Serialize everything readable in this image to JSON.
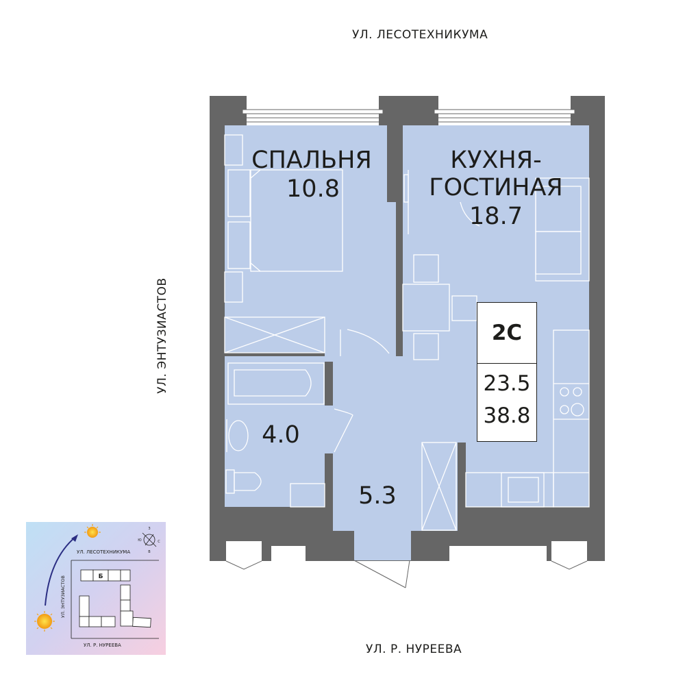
{
  "streets": {
    "top": "УЛ. ЛЕСОТЕХНИКУМА",
    "left": "УЛ. ЭНТУЗИАСТОВ",
    "bottom": "УЛ. Р. НУРЕЕВА"
  },
  "rooms": {
    "bedroom": {
      "name": "СПАЛЬНЯ",
      "area": "10.8"
    },
    "kitchen": {
      "name_line1": "КУХНЯ-",
      "name_line2": "ГОСТИНАЯ",
      "area": "18.7"
    },
    "bathroom": {
      "area": "4.0"
    },
    "hall": {
      "area": "5.3"
    }
  },
  "apartment": {
    "code": "2С",
    "living_area": "23.5",
    "total_area": "38.8"
  },
  "mini_map": {
    "street_top": "УЛ. ЛЕСОТЕХНИКУМА",
    "street_left": "УЛ. ЭНТУЗИАСТОВ",
    "street_bottom": "УЛ. Р. НУРЕЕВА",
    "section_label": "Б",
    "compass": {
      "n": "З",
      "w": "Ю",
      "e": "С",
      "s": "В"
    }
  },
  "colors": {
    "wall": "#666666",
    "floor": "#bccde9",
    "line": "#ffffff",
    "sun_arrow": "#2b2e83"
  }
}
